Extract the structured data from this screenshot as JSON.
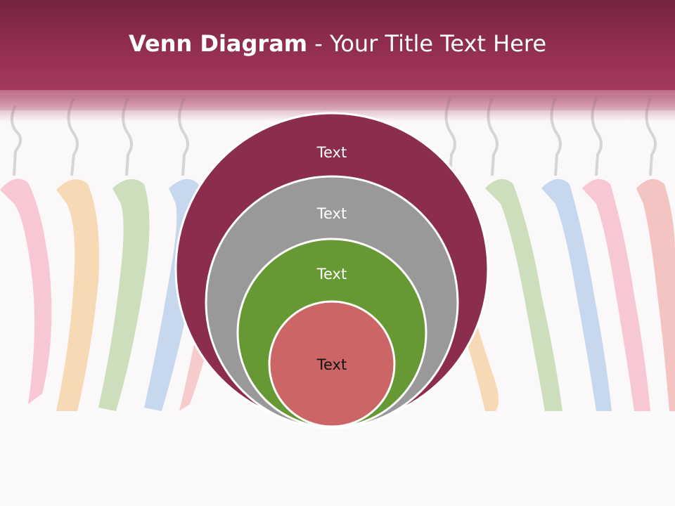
{
  "slide": {
    "title_bold": "Venn Diagram",
    "title_rest": " - Your Title Text Here"
  },
  "venn": {
    "circles": [
      {
        "label": "Text",
        "color": "#8b2e4d",
        "text_color": "#ffffff"
      },
      {
        "label": "Text",
        "color": "#999999",
        "text_color": "#ffffff"
      },
      {
        "label": "Text",
        "color": "#669933",
        "text_color": "#ffffff"
      },
      {
        "label": "Text",
        "color": "#cc6666",
        "text_color": "#111111"
      }
    ]
  },
  "background": {
    "hanger_colors": [
      "#f4a0b6",
      "#f6c07e",
      "#a9c98b",
      "#9dbde6",
      "#f2a7a7",
      "#f6c07e",
      "#a9c98b",
      "#9dbde6",
      "#f4a0b6",
      "#f09a96"
    ]
  }
}
